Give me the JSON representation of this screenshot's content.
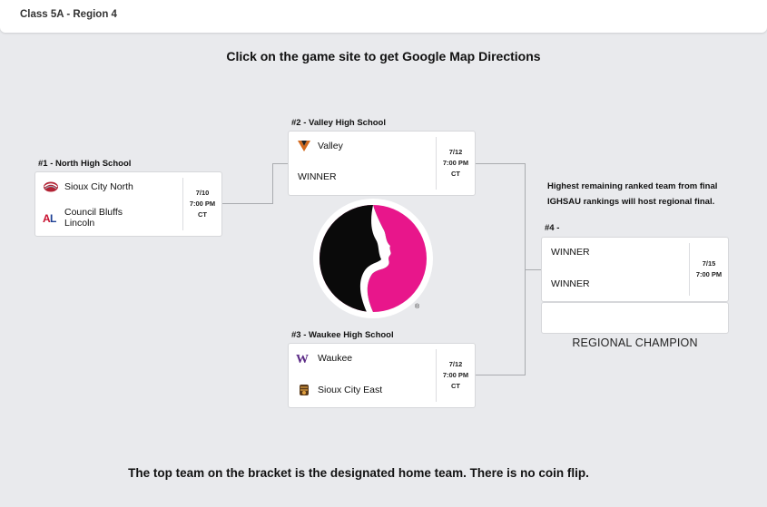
{
  "header": {
    "title": "Class 5A - Region 4"
  },
  "instructions": "Click on the game site to get Google Map Directions",
  "bottom_note": "The top team on the bracket is the designated home team. There is no coin flip.",
  "games": {
    "g1": {
      "site": "#1 - North High School",
      "date": "7/10",
      "time": "7:00 PM",
      "tz": "CT",
      "team1": {
        "name": "Sioux City North",
        "logo": "sioux-city-north-logo"
      },
      "team2": {
        "name_line1": "Council Bluffs",
        "name_line2": "Lincoln",
        "logo": "council-bluffs-lincoln-logo"
      }
    },
    "g2": {
      "site": "#2 - Valley High School",
      "date": "7/12",
      "time": "7:00 PM",
      "tz": "CT",
      "team1": {
        "name": "Valley",
        "logo": "valley-logo"
      },
      "team2": {
        "name": "WINNER"
      }
    },
    "g3": {
      "site": "#3 - Waukee High School",
      "date": "7/12",
      "time": "7:00 PM",
      "tz": "CT",
      "team1": {
        "name": "Waukee",
        "logo": "waukee-logo"
      },
      "team2": {
        "name": "Sioux City East",
        "logo": "sioux-city-east-logo"
      }
    },
    "g4": {
      "site": "#4 -",
      "date": "7/15",
      "time": "7:00 PM",
      "team1": {
        "name": "WINNER"
      },
      "team2": {
        "name": "WINNER"
      }
    }
  },
  "host_note": "Highest remaining ranked team from final IGHSAU rankings will host regional final.",
  "champion_label": "REGIONAL CHAMPION",
  "center_logo": {
    "icon": "ighsau-silhouette-logo",
    "registered_mark": "®"
  },
  "colors": {
    "background": "#e9eaed",
    "card_border": "#d6d7da",
    "connector": "#a9abaf",
    "logo_pink": "#e8168b",
    "logo_black": "#0a0a0a",
    "valley_orange": "#d2691e",
    "waukee_purple": "#5b2a86",
    "cbl_red": "#c8102e",
    "cbl_blue": "#1c3f94"
  }
}
